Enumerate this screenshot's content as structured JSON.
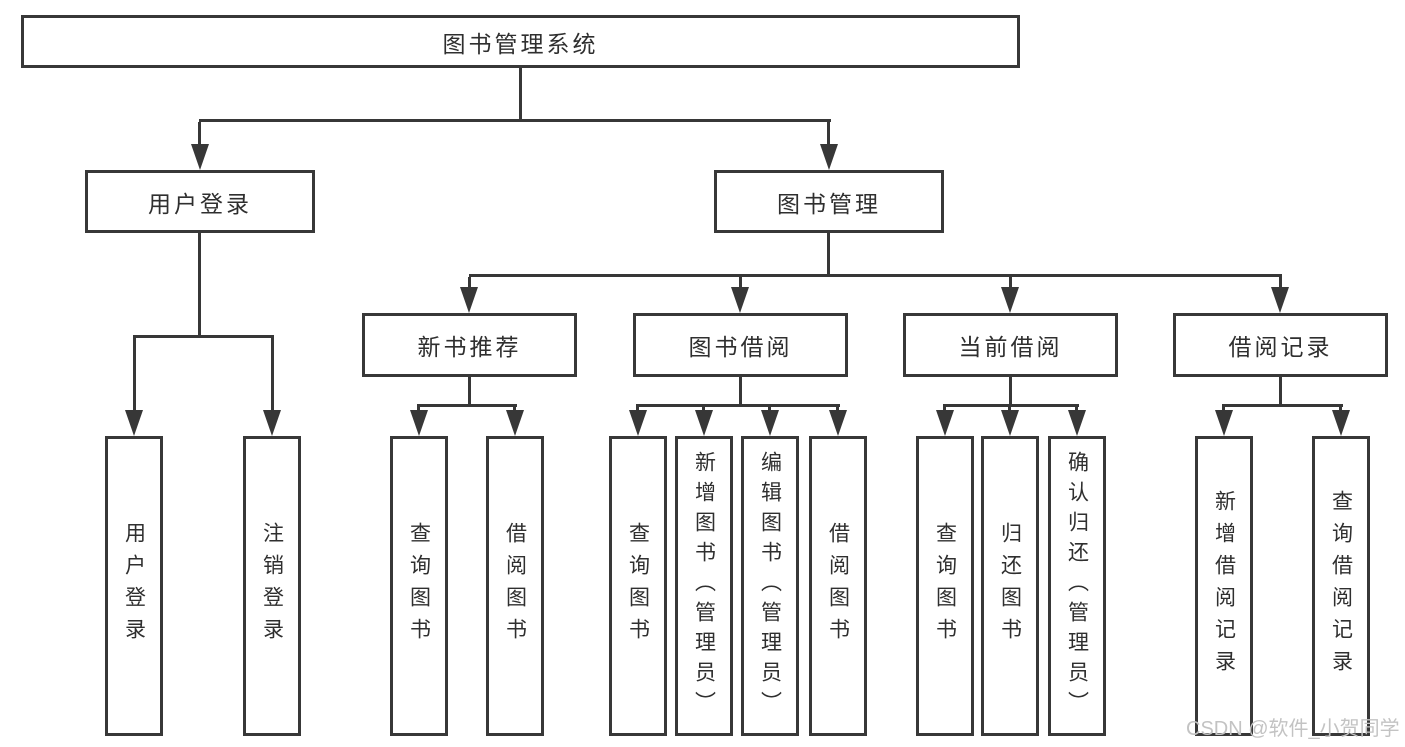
{
  "diagram": {
    "root": {
      "label": "图书管理系统"
    },
    "branches": [
      {
        "label": "用户登录",
        "children": [
          {
            "label": "用户登录"
          },
          {
            "label": "注销登录"
          }
        ]
      },
      {
        "label": "图书管理",
        "children": [
          {
            "label": "新书推荐",
            "children": [
              {
                "label": "查询图书"
              },
              {
                "label": "借阅图书"
              }
            ]
          },
          {
            "label": "图书借阅",
            "children": [
              {
                "label": "查询图书"
              },
              {
                "label": "新增图书（管理员）"
              },
              {
                "label": "编辑图书（管理员）"
              },
              {
                "label": "借阅图书"
              }
            ]
          },
          {
            "label": "当前借阅",
            "children": [
              {
                "label": "查询图书"
              },
              {
                "label": "归还图书"
              },
              {
                "label": "确认归还（管理员）"
              }
            ]
          },
          {
            "label": "借阅记录",
            "children": [
              {
                "label": "新增借阅记录"
              },
              {
                "label": "查询借阅记录"
              }
            ]
          }
        ]
      }
    ],
    "watermark": "CSDN @软件_小贺同学"
  },
  "colors": {
    "line": "#373737",
    "box_border": "#383838",
    "text": "#2f2f2f",
    "watermark": "#c3c3c3",
    "background": "#ffffff"
  }
}
